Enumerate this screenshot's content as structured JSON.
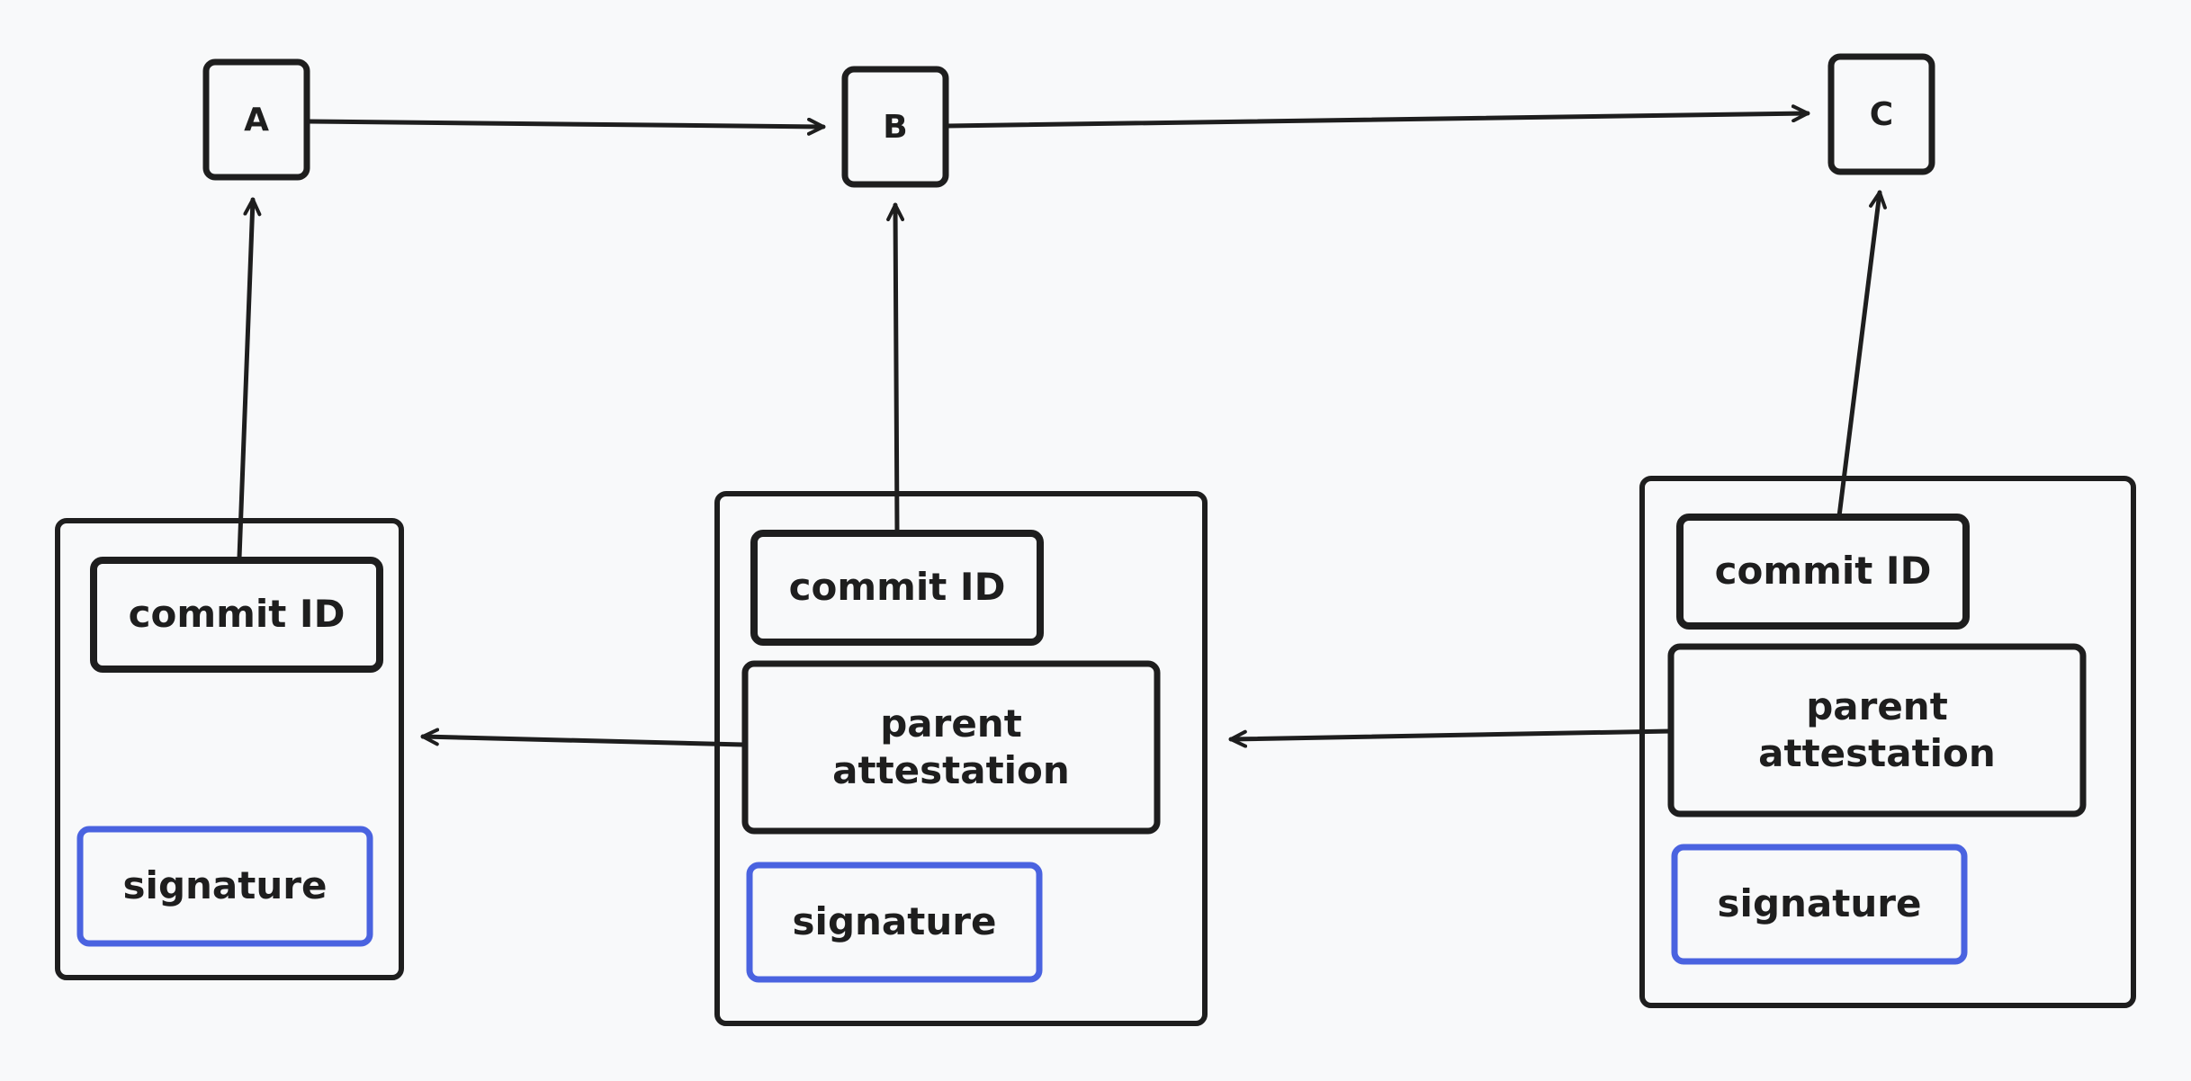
{
  "colors": {
    "background": "#f8f9fa",
    "stroke": "#1e1e1e",
    "signature_stroke": "#4a63e0"
  },
  "commits": [
    {
      "id": "A",
      "label": "A"
    },
    {
      "id": "B",
      "label": "B"
    },
    {
      "id": "C",
      "label": "C"
    }
  ],
  "attestations": [
    {
      "id": "attestation-1",
      "commit_id_label": "commit ID",
      "signature_label": "signature"
    },
    {
      "id": "attestation-2",
      "commit_id_label": "commit ID",
      "parent_attestation_label": "parent attestation",
      "signature_label": "signature"
    },
    {
      "id": "attestation-3",
      "commit_id_label": "commit ID",
      "parent_attestation_label": "parent attestation",
      "signature_label": "signature"
    }
  ],
  "edges": [
    {
      "from": "A",
      "to": "B"
    },
    {
      "from": "B",
      "to": "C"
    },
    {
      "from": "attestation-1",
      "to": "A"
    },
    {
      "from": "attestation-2",
      "to": "B"
    },
    {
      "from": "attestation-3",
      "to": "C"
    },
    {
      "from": "attestation-2",
      "to": "attestation-1"
    },
    {
      "from": "attestation-3",
      "to": "attestation-2"
    }
  ]
}
